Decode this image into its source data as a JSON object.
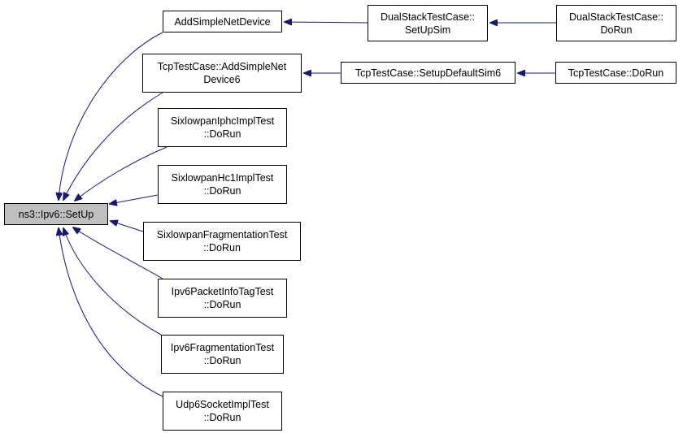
{
  "graph": {
    "edge_color": "#191970",
    "root_fill": "#bfbfbf",
    "root": {
      "label": "ns3::Ipv6::SetUp"
    },
    "callers": [
      {
        "line1": "AddSimpleNetDevice",
        "line2": ""
      },
      {
        "line1": "TcpTestCase::AddSimpleNet",
        "line2": "Device6"
      },
      {
        "line1": "SixlowpanIphcImplTest",
        "line2": "::DoRun"
      },
      {
        "line1": "SixlowpanHc1ImplTest",
        "line2": "::DoRun"
      },
      {
        "line1": "SixlowpanFragmentationTest",
        "line2": "::DoRun"
      },
      {
        "line1": "Ipv6PacketInfoTagTest",
        "line2": "::DoRun"
      },
      {
        "line1": "Ipv6FragmentationTest",
        "line2": "::DoRun"
      },
      {
        "line1": "Udp6SocketImplTest",
        "line2": "::DoRun"
      }
    ],
    "level2": [
      {
        "line1": "DualStackTestCase::",
        "line2": "SetUpSim"
      },
      {
        "line1": "TcpTestCase::SetupDefaultSim6",
        "line2": ""
      }
    ],
    "level3": [
      {
        "line1": "DualStackTestCase::",
        "line2": "DoRun"
      },
      {
        "line1": "TcpTestCase::DoRun",
        "line2": ""
      }
    ]
  }
}
